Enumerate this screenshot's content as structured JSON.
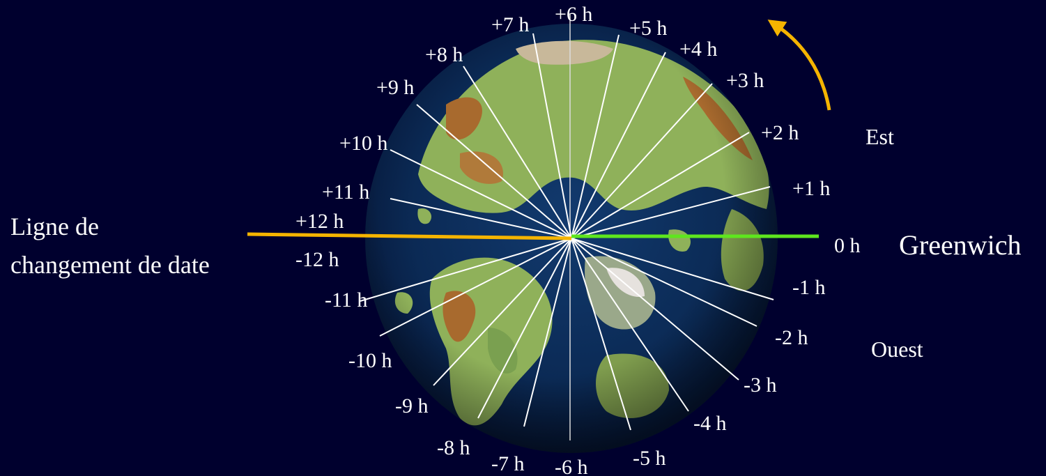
{
  "hour_labels": {
    "p7": "+7 h",
    "p6": "+6 h",
    "p5": "+5 h",
    "p4": "+4 h",
    "p8": "+8 h",
    "p3": "+3 h",
    "p9": "+9 h",
    "p2": "+2 h",
    "p10": "+10 h",
    "p1": "+1 h",
    "p11": "+11 h",
    "p12": "+12 h",
    "z0": "0 h",
    "m12": "-12 h",
    "m1": "-1 h",
    "m11": "-11 h",
    "m2": "-2 h",
    "m10": "-10 h",
    "m3": "-3 h",
    "m9": "-9 h",
    "m4": "-4 h",
    "m8": "-8 h",
    "m7": "-7 h",
    "m6": "-6 h",
    "m5": "-5 h"
  },
  "labels": {
    "est": "Est",
    "ouest": "Ouest",
    "greenwich": "Greenwich",
    "date_line_1": "Ligne de",
    "date_line_2": "changement de date"
  },
  "colors": {
    "background": "#00002e",
    "date_line": "#f5b400",
    "greenwich_line": "#5ee61e",
    "rotation_arrow": "#f5b400",
    "meridian": "#ffffff",
    "ocean": "#0b2a55",
    "land": "#8fb15a",
    "mountain": "#a86a2e"
  },
  "icons": {
    "rotation_arrow": "curved-arrow-icon"
  }
}
